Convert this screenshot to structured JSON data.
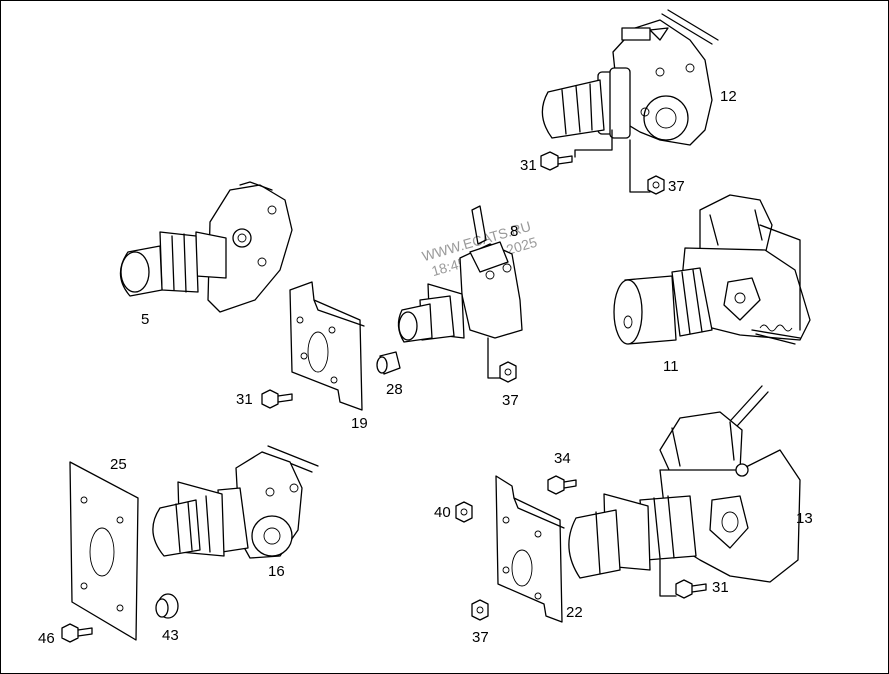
{
  "watermark": {
    "line1": "WWW.ECATS.RU",
    "line2": "18:45 07.06.2025"
  },
  "labels": {
    "p5": "5",
    "p8": "8",
    "p11": "11",
    "p12": "12",
    "p13": "13",
    "p16": "16",
    "p19": "19",
    "p22": "22",
    "p25": "25",
    "p28": "28",
    "p31_top": "31",
    "p31_mid": "31",
    "p31_bot": "31",
    "p34": "34",
    "p37_top": "37",
    "p37_mid": "37",
    "p37_bot": "37",
    "p40": "40",
    "p43": "43",
    "p46": "46"
  }
}
